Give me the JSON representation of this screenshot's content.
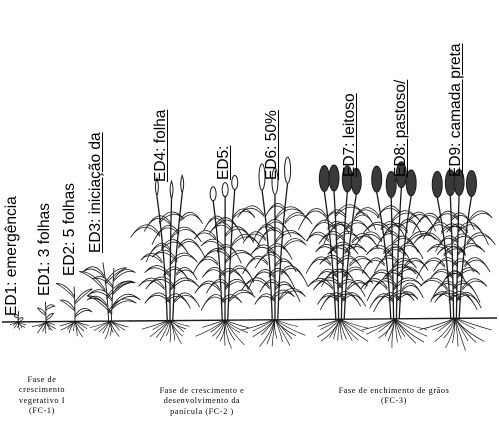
{
  "stages": [
    {
      "id": "ed1a",
      "text": "ED1: emergência",
      "underlined": false
    },
    {
      "id": "ed1b",
      "text": "ED1: 3 folhas",
      "underlined": false
    },
    {
      "id": "ed2",
      "text": "ED2: 5 folhas",
      "underlined": false
    },
    {
      "id": "ed3",
      "text": "ED3: iniciação da",
      "underlined": true
    },
    {
      "id": "ed4",
      "text": "ED4: folha",
      "underlined": true
    },
    {
      "id": "ed5",
      "text": "ED5:",
      "underlined": true
    },
    {
      "id": "ed6",
      "text": "ED6: 50%",
      "underlined": true
    },
    {
      "id": "ed7",
      "text": "ED7: leitoso",
      "underlined": true
    },
    {
      "id": "ed8",
      "text": "ED8: pastoso/",
      "underlined": true
    },
    {
      "id": "ed9",
      "text": "ED9: camada preta",
      "underlined": true
    }
  ],
  "phases": [
    {
      "id": "fc1",
      "lines": [
        "Fase de",
        "crescimento",
        "vegetativo I",
        "(FC-1)"
      ]
    },
    {
      "id": "fc2",
      "lines": [
        "Fase de crescimento e",
        "desenvolvimento da",
        "panícula (FC-2 )"
      ]
    },
    {
      "id": "fc3",
      "lines": [
        "Fase de enchimento de grãos",
        "(FC-3)"
      ]
    }
  ],
  "colors": {
    "ink": "#1a1a1a",
    "paper": "#ffffff"
  }
}
